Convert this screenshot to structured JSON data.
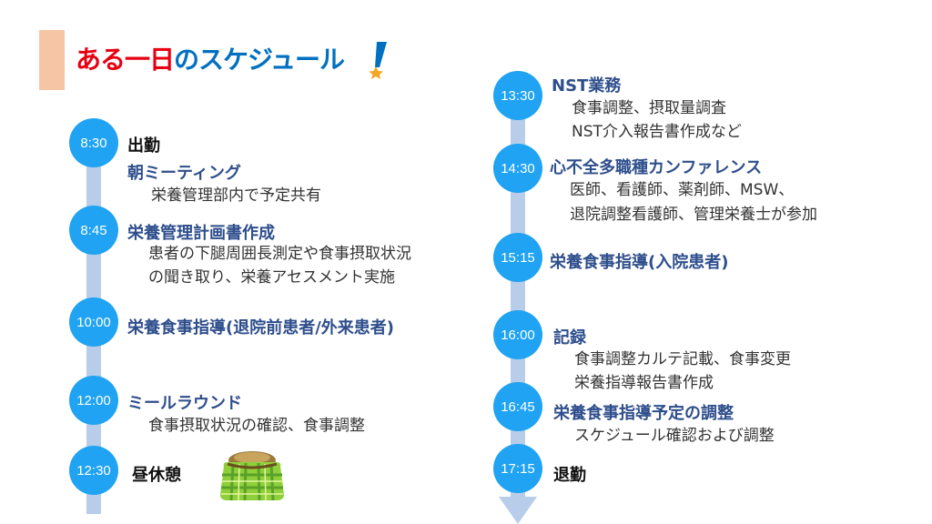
{
  "title": {
    "part1": "ある一日",
    "part2": "のスケジュール"
  },
  "colors": {
    "accent_bar": "#f6c5a4",
    "node": "#1fa3f2",
    "track": "#b7cdea",
    "heading": "#2e4e8c",
    "title_red": "#e60012",
    "title_blue": "#0070c0"
  },
  "left_column": [
    {
      "time": "8:30",
      "label": "出勤"
    },
    {
      "label": "朝ミーティング",
      "details": [
        "栄養管理部内で予定共有"
      ]
    },
    {
      "time": "8:45",
      "label": "栄養管理計画書作成",
      "details": [
        "患者の下腿周囲長測定や食事摂取状況",
        "の聞き取り、栄養アセスメント実施"
      ]
    },
    {
      "time": "10:00",
      "label": "栄養食事指導(退院前患者/外来患者)"
    },
    {
      "time": "12:00",
      "label": "ミールラウンド",
      "details": [
        "食事摂取状況の確認、食事調整"
      ]
    },
    {
      "time": "12:30",
      "label": "昼休憩"
    }
  ],
  "right_column": [
    {
      "time": "13:30",
      "label": "NST業務",
      "details": [
        "食事調整、摂取量調査",
        "NST介入報告書作成など"
      ]
    },
    {
      "time": "14:30",
      "label": "心不全多職種カンファレンス",
      "details": [
        "医師、看護師、薬剤師、MSW、",
        "退院調整看護師、管理栄養士が参加"
      ]
    },
    {
      "time": "15:15",
      "label": "栄養食事指導(入院患者)"
    },
    {
      "time": "16:00",
      "label": "記録",
      "details": [
        "食事調整カルテ記載、食事変更",
        "栄養指導報告書作成"
      ]
    },
    {
      "time": "16:45",
      "label": "栄養食事指導予定の調整",
      "details": [
        "スケジュール確認および調整"
      ]
    },
    {
      "time": "17:15",
      "label": "退勤"
    }
  ],
  "icons": {
    "exclamation": "exclamation-star-icon",
    "lunch": "lunch-bag-icon",
    "arrow": "down-arrow-icon"
  }
}
